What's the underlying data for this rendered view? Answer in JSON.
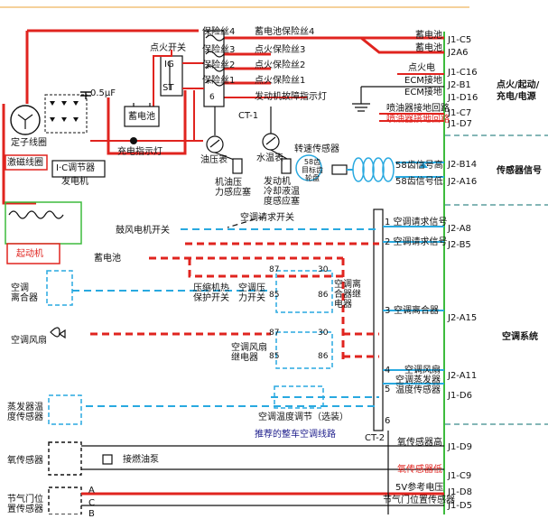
{
  "colors": {
    "power": "#e0241f",
    "signal": "#29a9e0",
    "connector": "#3dbb3d",
    "ground": "#111111",
    "top_rule": "#f2c27a"
  },
  "fuses": {
    "fuse4": "保险丝4",
    "fuse3": "保险丝3",
    "fuse2": "保险丝2",
    "fuse1": "保险丝1",
    "battery_fuse4": "蓄电池保险丝4",
    "ign_fuse3": "点火保险丝3",
    "ign_fuse2": "点火保险丝2",
    "ign_fuse1": "点火保险丝1",
    "engine_fault_lamp": "发动机故障指示灯"
  },
  "ct1": "CT-1",
  "ct2": "CT-2",
  "ignition": {
    "switch": "点火开关",
    "ig": "IG",
    "st": "ST",
    "pin6": "6"
  },
  "charging": {
    "capacitor": "0.5μF",
    "battery": "蓄电池",
    "stator": "定子线圈",
    "field": "激磁线圈",
    "ic_regulator": "I·C调节器",
    "alternator": "发电机",
    "charge_lamp": "充电指示灯"
  },
  "sensors_top": {
    "oil_gauge": "油压表",
    "oil_switch": "机油压\n力感应塞",
    "water_gauge": "水温表",
    "coolant_sensor": "发动机\n冷却液温\n度感应塞",
    "speed_sensor": "转速传感器",
    "tooth_wheel": "58齿\n目标齿\n轮盘"
  },
  "starter": "起动机",
  "ac": {
    "request_switch": "空调请求开关",
    "blower_switch": "鼓风电机开关",
    "battery": "蓄电池",
    "clutch": "空调\n离合器",
    "comp_protect": "压缩机热\n保护开关",
    "pressure_switch": "空调压\n力开关",
    "clutch_relay": "空调离\n合器继\n电器",
    "fan": "空调风扇",
    "fan_relay": "空调风扇\n继电器",
    "evap_sensor": "蒸发器温\n度传感器",
    "temp_adjust": "空调温度调节（选装）",
    "recommend": "推荐的整车空调线路",
    "r87a": "87",
    "r30a": "30",
    "r85a": "85",
    "r86a": "86",
    "r87b": "87",
    "r30b": "30",
    "r85b": "85",
    "r86b": "86"
  },
  "bottom": {
    "o2_sensor": "氧传感器",
    "exhaust": "接燃油泵",
    "throttle": "节气门位\n置传感器",
    "pa": "A",
    "pc": "C",
    "pb": "B"
  },
  "ecm_labels": [
    "蓄电池",
    "蓄电池",
    "点火电",
    "ECM接地",
    "ECM接地",
    "喷油器接地回路",
    "喷油器接地回路",
    "58齿信号高",
    "58齿信号低",
    "1 空调请求信号",
    "2 空调请求信号",
    "3",
    "空调离合器",
    "4",
    "空调风扇",
    "5",
    "空调蒸发器\n温度传感器",
    "6",
    "氧传感器高",
    "氧传感器低",
    "5V参考电压",
    "节气门位置传感器"
  ],
  "pins": [
    "J1-C5",
    "J2A6",
    "J1-C16",
    "J2-B1",
    "J1-D16",
    "J1-C7",
    "J1-D7",
    "J2-B14",
    "J2-A16",
    "J2-A8",
    "J2-B5",
    "J2-A15",
    "J2-A11",
    "J1-D6",
    "J1-D9",
    "J1-C9",
    "J1-D8",
    "J1-D5"
  ],
  "groups": {
    "power": "点火/起动/\n充电/电源",
    "sensor": "传感器信号",
    "ac": "空调系统"
  }
}
